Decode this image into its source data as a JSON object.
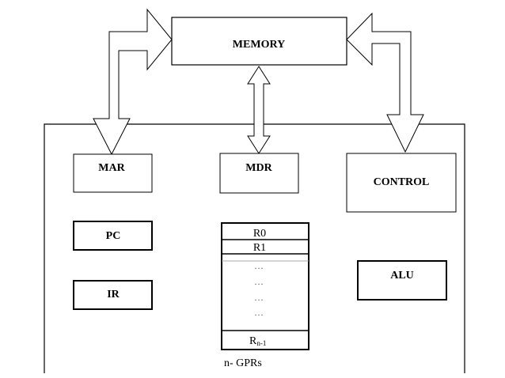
{
  "memory": {
    "label": "MEMORY"
  },
  "processor": {
    "mar": "MAR",
    "mdr": "MDR",
    "control": "CONTROL",
    "pc": "PC",
    "ir": "IR",
    "alu": "ALU",
    "registers": {
      "r0": "R0",
      "r1": "R1",
      "ellipsis": [
        "…",
        "…",
        "…",
        "…"
      ],
      "rn_base": "R",
      "rn_sub": "n-1",
      "caption": "n- GPRs"
    }
  }
}
